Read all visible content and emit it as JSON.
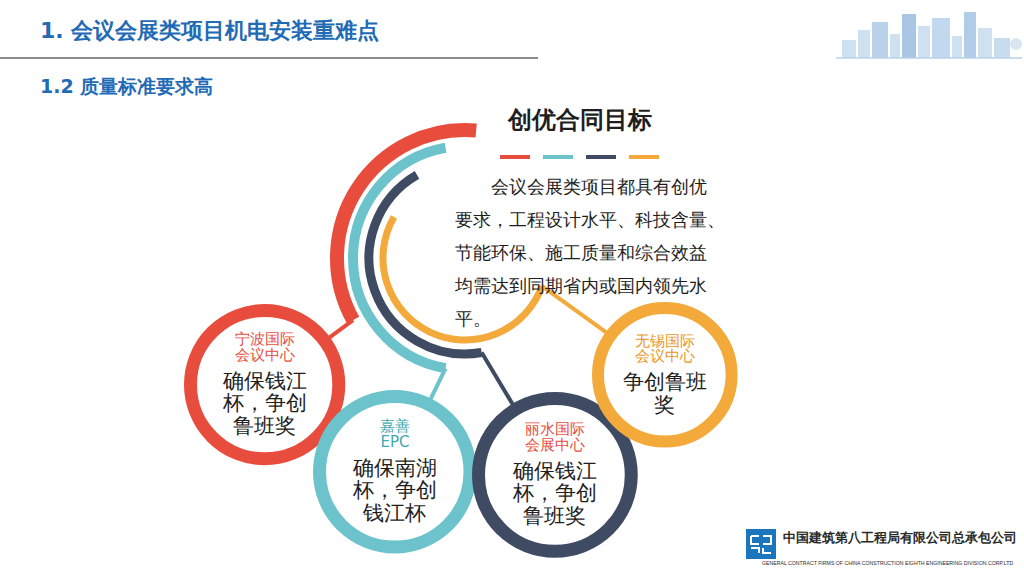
{
  "diagram": {
    "title": "1. 会议会展类项目机电安装重难点",
    "nodes": [
      {
        "text": [
          "创优合同目标",
          "会议会展类项目都具有创优 要求，工程设计水平、科技含量、 节能环保、施工质量和综合效益 均需达到同期省内或国内领先水 平。"
        ]
      },
      {
        "text": [
          "宁波国际 会议中心",
          "确保钱江杯，争创鲁班奖"
        ]
      },
      {
        "text": [
          "嘉善 EPC",
          "确保南湖杯，争创钱江杯"
        ]
      },
      {
        "text": [
          "丽水国际 会展中心",
          "确保钱江杯，争创鲁班奖"
        ]
      },
      {
        "text": [
          "无锡国际 会议中心",
          "争创鲁班奖"
        ]
      }
    ],
    "edges": [
      {
        "from": 0,
        "to": 1,
        "arrow": "none"
      },
      {
        "from": 0,
        "to": 2,
        "arrow": "none"
      },
      {
        "from": 0,
        "to": 3,
        "arrow": "none"
      },
      {
        "from": 0,
        "to": 4,
        "arrow": "none"
      }
    ],
    "labels": [
      "1.2 质量标准要求高",
      "中国建筑第八工程局有限公司总承包公司",
      "GENERAL CONTRACT FIRMS OF CHINA CONSTRUCTION EIGHTH ENGINEERING DIVISION.CORP.LTD"
    ]
  }
}
